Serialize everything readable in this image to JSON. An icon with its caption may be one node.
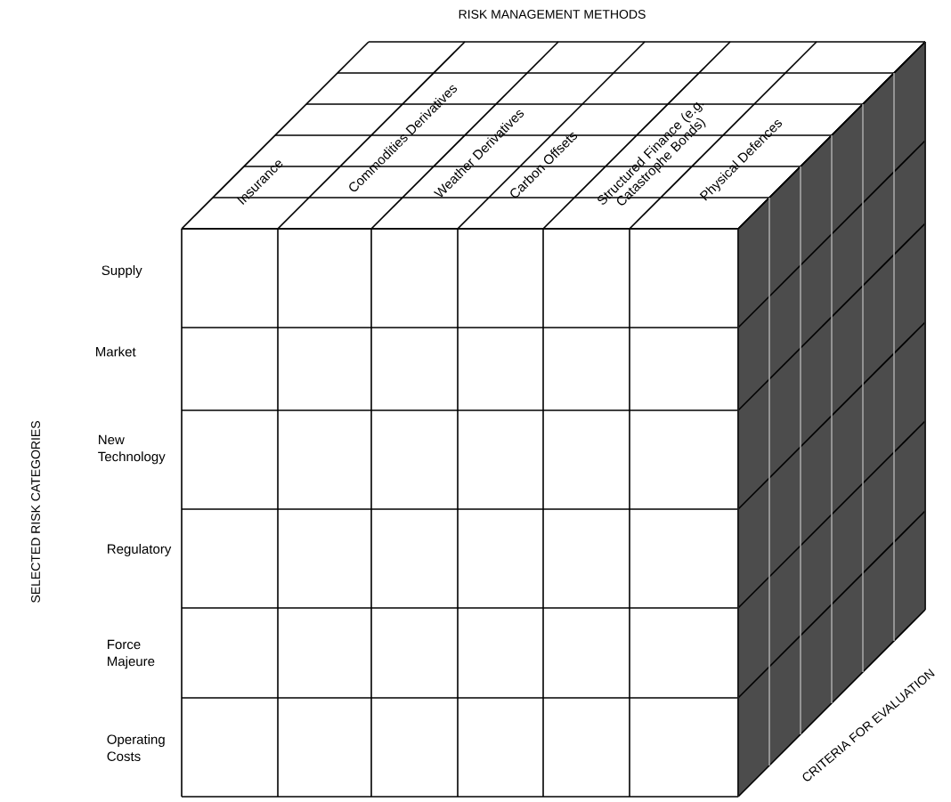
{
  "diagram": {
    "title": "RISK MANAGEMENT METHODS",
    "labels": [
      "Insurance",
      "Commodities Derivatives",
      "Weather Derivatives",
      "Carbon Offsets",
      "Structured Finance (e.g. Catastrophe Bonds)",
      "Physical Defences",
      "Supply",
      "Market",
      "New Technology",
      "Regulatory",
      "Force Majeure",
      "Operating Costs",
      "SELECTED RISK CATEGORIES",
      "CRITERIA FOR EVALUATION"
    ]
  }
}
